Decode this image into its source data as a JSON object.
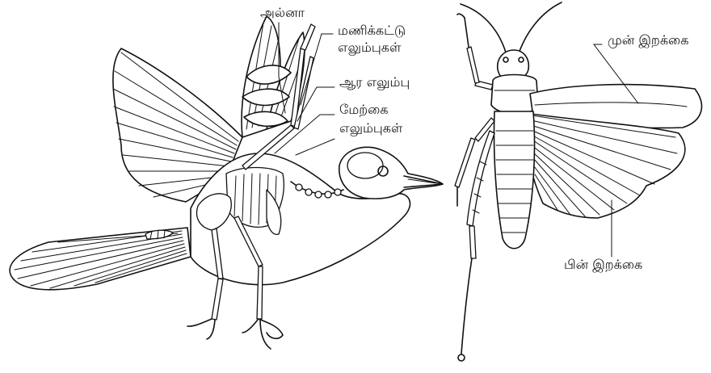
{
  "labels": {
    "ulna": "அல்னா",
    "carpals_line1": "மணிக்கட்டு",
    "carpals_line2": "எலும்புகள்",
    "radius": "ஆர எலும்பு",
    "humerus_line1": "மேற்கை",
    "humerus_line2": "எலும்புகள்",
    "forewing": "முன் இறக்கை",
    "hindwing": "பின் இறக்கை"
  },
  "colors": {
    "stroke": "#111111",
    "fill": "#ffffff"
  }
}
